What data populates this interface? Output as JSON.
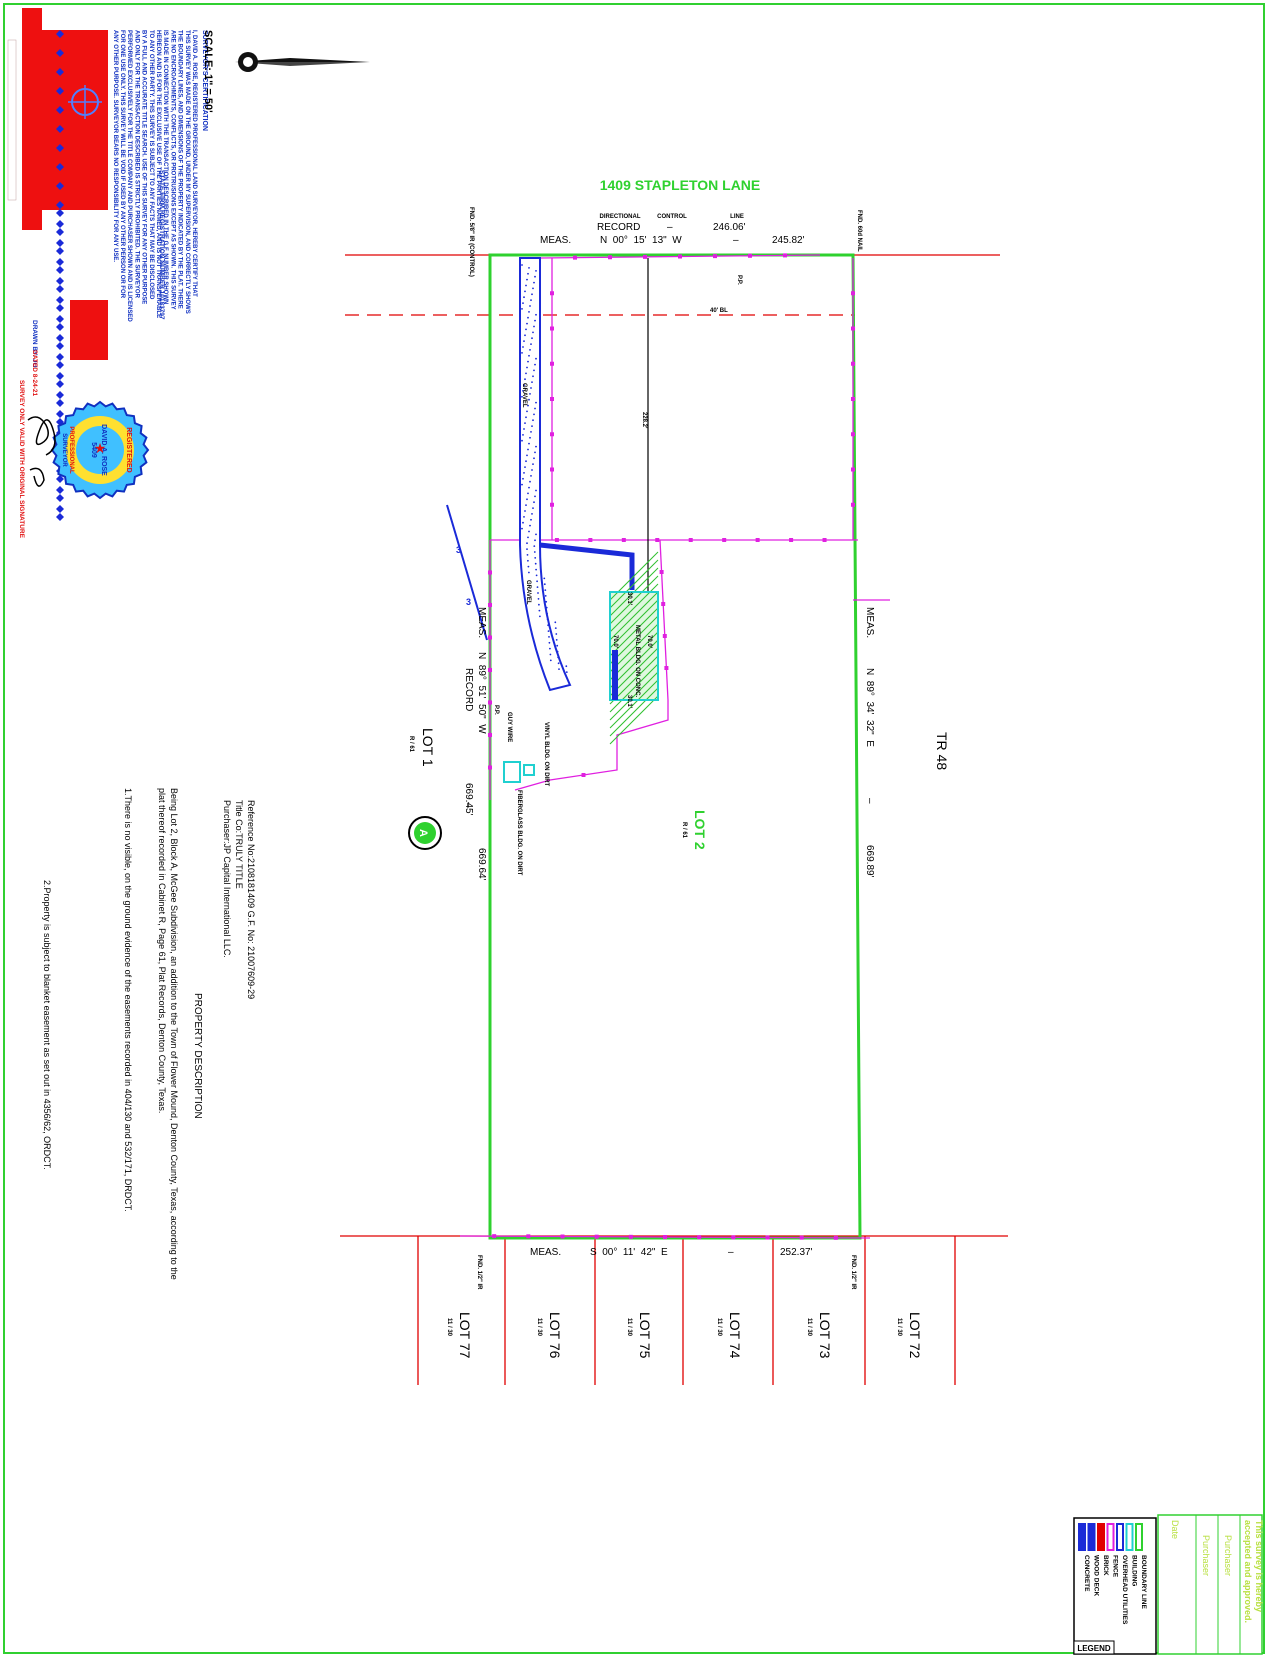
{
  "street": "1409 STAPLETON LANE",
  "scale": "SCALE: 1\" = 50'",
  "north_line": {
    "header_dir": "DIRECTIONAL",
    "header_control": "CONTROL",
    "header_line": "LINE",
    "record_label": "RECORD",
    "record_dash": "–",
    "record_value": "246.06'",
    "meas_label": "MEAS.",
    "bearing": "N  00°  15'  13\"  W",
    "bearing_dash": "–",
    "distance": "245.82'"
  },
  "south_line": {
    "meas_label": "MEAS.",
    "bearing": "S  00°  11'  42\"  E",
    "dash": "–",
    "distance": "252.37'"
  },
  "west_line": {
    "meas_label": "MEAS.",
    "record_label": "RECORD",
    "bearing": "N  89°  51'  50\"  W",
    "dash": "–",
    "record_distance": "669.45'",
    "meas_distance": "669.64'"
  },
  "east_line": {
    "meas_label": "MEAS.",
    "bearing": "N  89°  34'  32\"  E",
    "dash": "–",
    "distance": "669.89'"
  },
  "setback": "40' BL",
  "drive_dim": "228.2'",
  "monuments": {
    "nw": "FND. 5/8\" IR (CONTROL)",
    "ne": "FND. 60d NAIL",
    "sw": "FND. 1/2\" IR",
    "se": "FND. 1/2\" IR"
  },
  "lots": {
    "lot2": "LOT 2",
    "lot2_sub": "R / 61",
    "lot1": "LOT 1",
    "lot1_sub": "R / 61",
    "tr48": "TR 48",
    "south": [
      {
        "label": "LOT 77",
        "sub": "11 / 30"
      },
      {
        "label": "LOT 76",
        "sub": "11 / 30"
      },
      {
        "label": "LOT 75",
        "sub": "11 / 30"
      },
      {
        "label": "LOT 74",
        "sub": "11 / 30"
      },
      {
        "label": "LOT 73",
        "sub": "11 / 30"
      },
      {
        "label": "LOT 72",
        "sub": "11 / 30"
      }
    ]
  },
  "labels": {
    "gravel": "GRAVEL",
    "gravel2": "GRAVEL",
    "metal_bldg": "METAL BLDG. ON CONC.",
    "dim_301_top": "30.1'",
    "dim_301_bot": "30.1'",
    "dim_70_a": "70.0'",
    "dim_70_b": "70.0'",
    "vinyl_bldg": "VINYL BLDG. ON DIRT",
    "fiberglass_bldg": "FIBERGLASS BLDG. ON DIRT",
    "guy_wire": "GUY WIRE",
    "pp1": "P.P.",
    "pp2": "P.P.",
    "line_marker": "3"
  },
  "property_description": {
    "title": "PROPERTY DESCRIPTION",
    "reference": "Reference No:2108181409 G.F. No: 21007609-29",
    "title_co": "Title Co:TRULY TITLE",
    "purchaser": "Purchaser:JP Capital International LLC.",
    "desc1": "Being Lot 2, Block A, McGee Subdivision, an addition to the Town of Flower Mound, Denton County, Texas, according to the",
    "desc2": "plat thereof recorded in Cabinet R, Page 61, Plat Records, Denton County, Texas.",
    "note1": "1.There is no visible, on the ground evidence of the easements recorded in 404/130 and 532/171, DRDCT.",
    "note2": "2.Property is subject to blanket easement as set out in 4356/62, ORDCT."
  },
  "certification": {
    "title": "SURVEYOR'S CERTIFICATION",
    "lines": [
      "I, DAVID A. ROSE, REGISTERED PROFESSIONAL LAND SURVEYOR, HEREBY CERTIFY THAT",
      "THIS SURVEY WAS MADE ON THE GROUND, UNDER MY SUPERVISION, AND CORRECTLY SHOWS",
      "THE BOUNDARY LINES, AND DIMENSIONS OF THE PROPERTY INDICATED BY THE PLAT. THERE",
      "ARE NO ENCROACHMENTS, CONFLICTS, OR PROTRUSIONS EXCEPT AS SHOWN. THIS SURVEY",
      "IS MADE IN CONNECTION WITH THE TRANSACTION DESCRIBED IN THE G.F. NUMBER SHOWN",
      "HEREON AND IS FOR THE EXCLUSIVE USE OF THE PARTIES NAMED, AND IS NOT TRANSFERABLE",
      "TO ANY OTHER PARTY. THIS SURVEY IS SUBJECT TO ANY FACTS THAT MAY BE DISCLOSED",
      "BY A FULL AND ACCURATE TITLE SEARCH. USE OF THIS SURVEY FOR ANY OTHER PURPOSE",
      "AND ONLY FOR THE TRANSACTION DESCRIBED IS STRICTLY PROHIBITED. THE SURVEYOR",
      "PERFORMED EXCLUSIVELY FOR THE TITLE COMPANY AND PURCHASER SHOWN AND IS LICENSED",
      "FOR ONE USE ONLY. THIS SURVEY WILL BE VOID IF USED BY ANY OTHER PERSON OR FOR",
      "ANY OTHER PURPOSE. SURVEYOR BEARS NO RESPONSIBILITY FOR ANY USE."
    ],
    "firm_reg": "STATE FIRM REGISTRATION NUMBER 10183797",
    "drawn_by": "DRAWN BY:   JO",
    "dated": "DATED   8-24-21",
    "valid": "SURVEY ONLY VALID WITH ORIGINAL SIGNATURE"
  },
  "seal": {
    "registered": "REGISTERED",
    "name": "DAVID A. ROSE",
    "number": "5409",
    "professional": "PROFESSIONAL",
    "surveyor": "SURVEYOR"
  },
  "acceptance": {
    "line1": "This survey is hereby",
    "line2": "accepted and approved.",
    "purchaser": "Purchaser",
    "purchaser2": "Purchaser",
    "date": "Date"
  },
  "legend": {
    "title": "LEGEND",
    "items": [
      "BOUNDARY LINE",
      "BUILDING",
      "OVERHEAD UTILITIES",
      "FENCE",
      "BRICK",
      "WOOD DECK",
      "CONCRETE"
    ]
  },
  "colors": {
    "boundary": "#2fd12f",
    "fence": "#e020e0",
    "lot_lines": "#e00000",
    "blue": "#1a2ad8",
    "cyan": "#20d0d0",
    "title_blue": "#1030c0"
  }
}
